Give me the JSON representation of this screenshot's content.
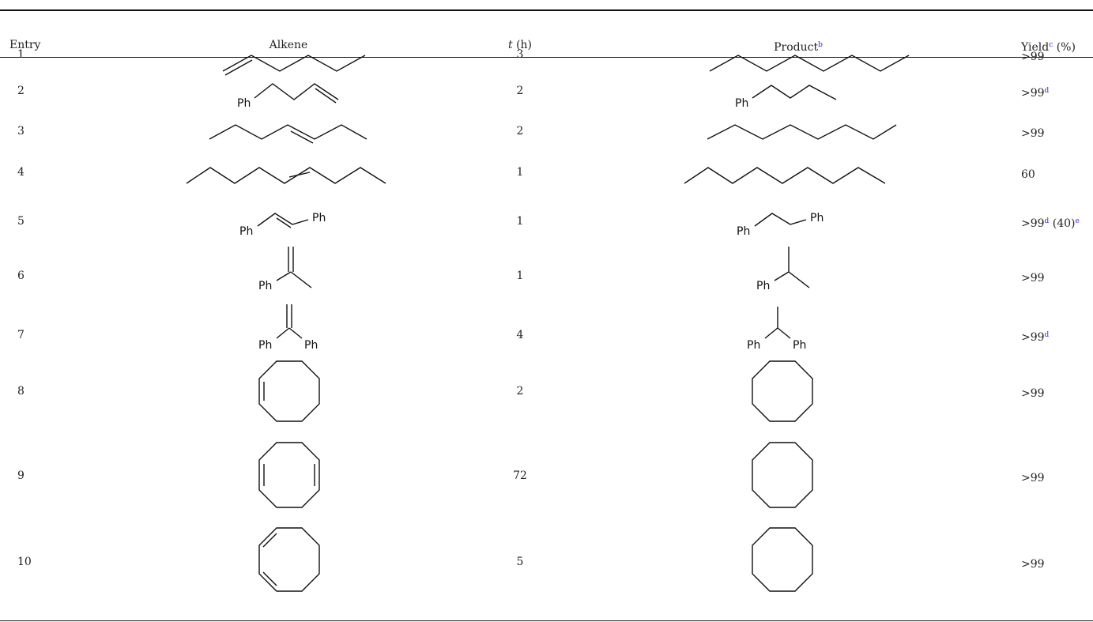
{
  "table": {
    "headers": {
      "entry": "Entry",
      "alkene": "Alkene",
      "t_label": "t",
      "t_unit": "(h)",
      "product": "Product",
      "product_note": "b",
      "yield": "Yield",
      "yield_note": "c",
      "yield_unit": "(%)"
    },
    "rows": [
      {
        "entry": "1",
        "t": "3",
        "yield": ">99",
        "yield_sup": "",
        "yield_extra": "",
        "yield_extra_sup": ""
      },
      {
        "entry": "2",
        "t": "2",
        "yield": ">99",
        "yield_sup": "d",
        "yield_extra": "",
        "yield_extra_sup": ""
      },
      {
        "entry": "3",
        "t": "2",
        "yield": ">99",
        "yield_sup": "",
        "yield_extra": "",
        "yield_extra_sup": ""
      },
      {
        "entry": "4",
        "t": "1",
        "yield": "60",
        "yield_sup": "",
        "yield_extra": "",
        "yield_extra_sup": ""
      },
      {
        "entry": "5",
        "t": "1",
        "yield": ">99",
        "yield_sup": "d",
        "yield_extra": " (40)",
        "yield_extra_sup": "e"
      },
      {
        "entry": "6",
        "t": "1",
        "yield": ">99",
        "yield_sup": "",
        "yield_extra": "",
        "yield_extra_sup": ""
      },
      {
        "entry": "7",
        "t": "4",
        "yield": ">99",
        "yield_sup": "d",
        "yield_extra": "",
        "yield_extra_sup": ""
      },
      {
        "entry": "8",
        "t": "2",
        "yield": ">99",
        "yield_sup": "",
        "yield_extra": "",
        "yield_extra_sup": ""
      },
      {
        "entry": "9",
        "t": "72",
        "yield": ">99",
        "yield_sup": "",
        "yield_extra": "",
        "yield_extra_sup": ""
      },
      {
        "entry": "10",
        "t": "5",
        "yield": ">99",
        "yield_sup": "",
        "yield_extra": "",
        "yield_extra_sup": ""
      }
    ]
  },
  "labels": {
    "ph": "Ph"
  }
}
